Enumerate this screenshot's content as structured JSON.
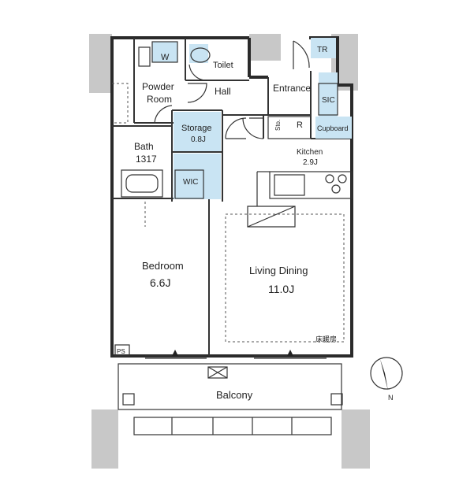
{
  "rooms": {
    "tr": "TR",
    "w": "W",
    "toilet": "Toilet",
    "powder_room_line1": "Powder",
    "powder_room_line2": "Room",
    "hall": "Hall",
    "entrance": "Entrance",
    "sic": "SIC",
    "storage": "Storage",
    "storage_size": "0.8J",
    "sto": "Sto.",
    "r": "R",
    "cupboard": "Cupboard",
    "bath": "Bath",
    "bath_size": "1317",
    "kitchen": "Kitchen",
    "kitchen_size": "2.9J",
    "wic": "WIC",
    "bedroom": "Bedroom",
    "bedroom_size": "6.6J",
    "living_dining": "Living Dining",
    "living_dining_size": "11.0J",
    "floor_heating": "床暖房",
    "ps": "PS",
    "balcony": "Balcony"
  },
  "compass": {
    "north_label": "N"
  },
  "colors": {
    "fixture_blue": "#c9e4f3",
    "column_gray": "#c8c8c8",
    "wall": "#2a2a2a"
  }
}
